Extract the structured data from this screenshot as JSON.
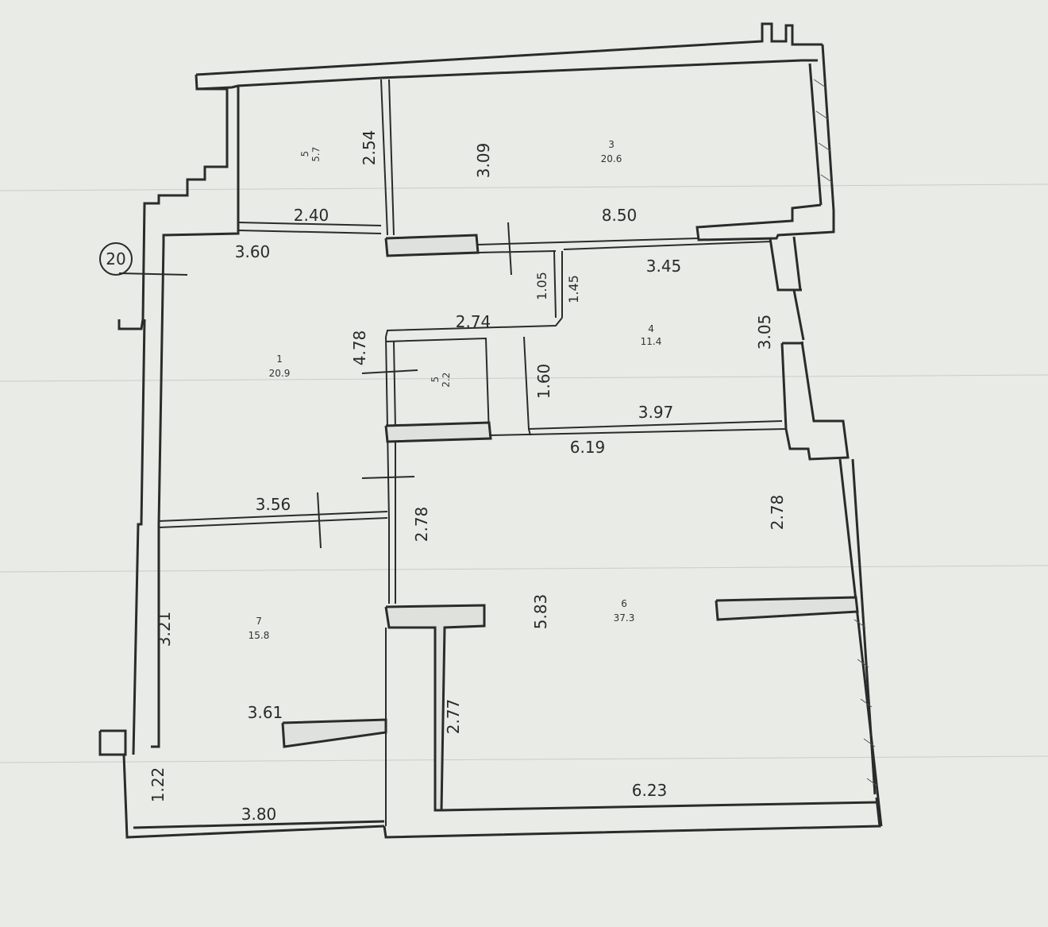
{
  "plan": {
    "unit_marker": "20",
    "rooms": [
      {
        "id": "r5",
        "number": "5",
        "area": "5.7"
      },
      {
        "id": "r3",
        "number": "3",
        "area": "20.6"
      },
      {
        "id": "r4",
        "number": "4",
        "area": "11.4"
      },
      {
        "id": "r1",
        "number": "1",
        "area": "20.9"
      },
      {
        "id": "r2",
        "number": "5",
        "area": "2.2"
      },
      {
        "id": "r6",
        "number": "6",
        "area": "37.3"
      },
      {
        "id": "r7",
        "number": "7",
        "area": "15.8"
      }
    ],
    "dimensions": [
      {
        "id": "d_254",
        "text": "2.54"
      },
      {
        "id": "d_309",
        "text": "3.09"
      },
      {
        "id": "d_240",
        "text": "2.40"
      },
      {
        "id": "d_850",
        "text": "8.50"
      },
      {
        "id": "d_360",
        "text": "3.60"
      },
      {
        "id": "d_345",
        "text": "3.45"
      },
      {
        "id": "d_105",
        "text": "1.05"
      },
      {
        "id": "d_145",
        "text": "1.45"
      },
      {
        "id": "d_274",
        "text": "2.74"
      },
      {
        "id": "d_478",
        "text": "4.78"
      },
      {
        "id": "d_305",
        "text": "3.05"
      },
      {
        "id": "d_160",
        "text": "1.60"
      },
      {
        "id": "d_397",
        "text": "3.97"
      },
      {
        "id": "d_619",
        "text": "6.19"
      },
      {
        "id": "d_356",
        "text": "3.56"
      },
      {
        "id": "d_278a",
        "text": "2.78"
      },
      {
        "id": "d_278b",
        "text": "2.78"
      },
      {
        "id": "d_583",
        "text": "5.83"
      },
      {
        "id": "d_321",
        "text": "3.21"
      },
      {
        "id": "d_361",
        "text": "3.61"
      },
      {
        "id": "d_277",
        "text": "2.77"
      },
      {
        "id": "d_122",
        "text": "1.22"
      },
      {
        "id": "d_380",
        "text": "3.80"
      },
      {
        "id": "d_623",
        "text": "6.23"
      }
    ]
  }
}
